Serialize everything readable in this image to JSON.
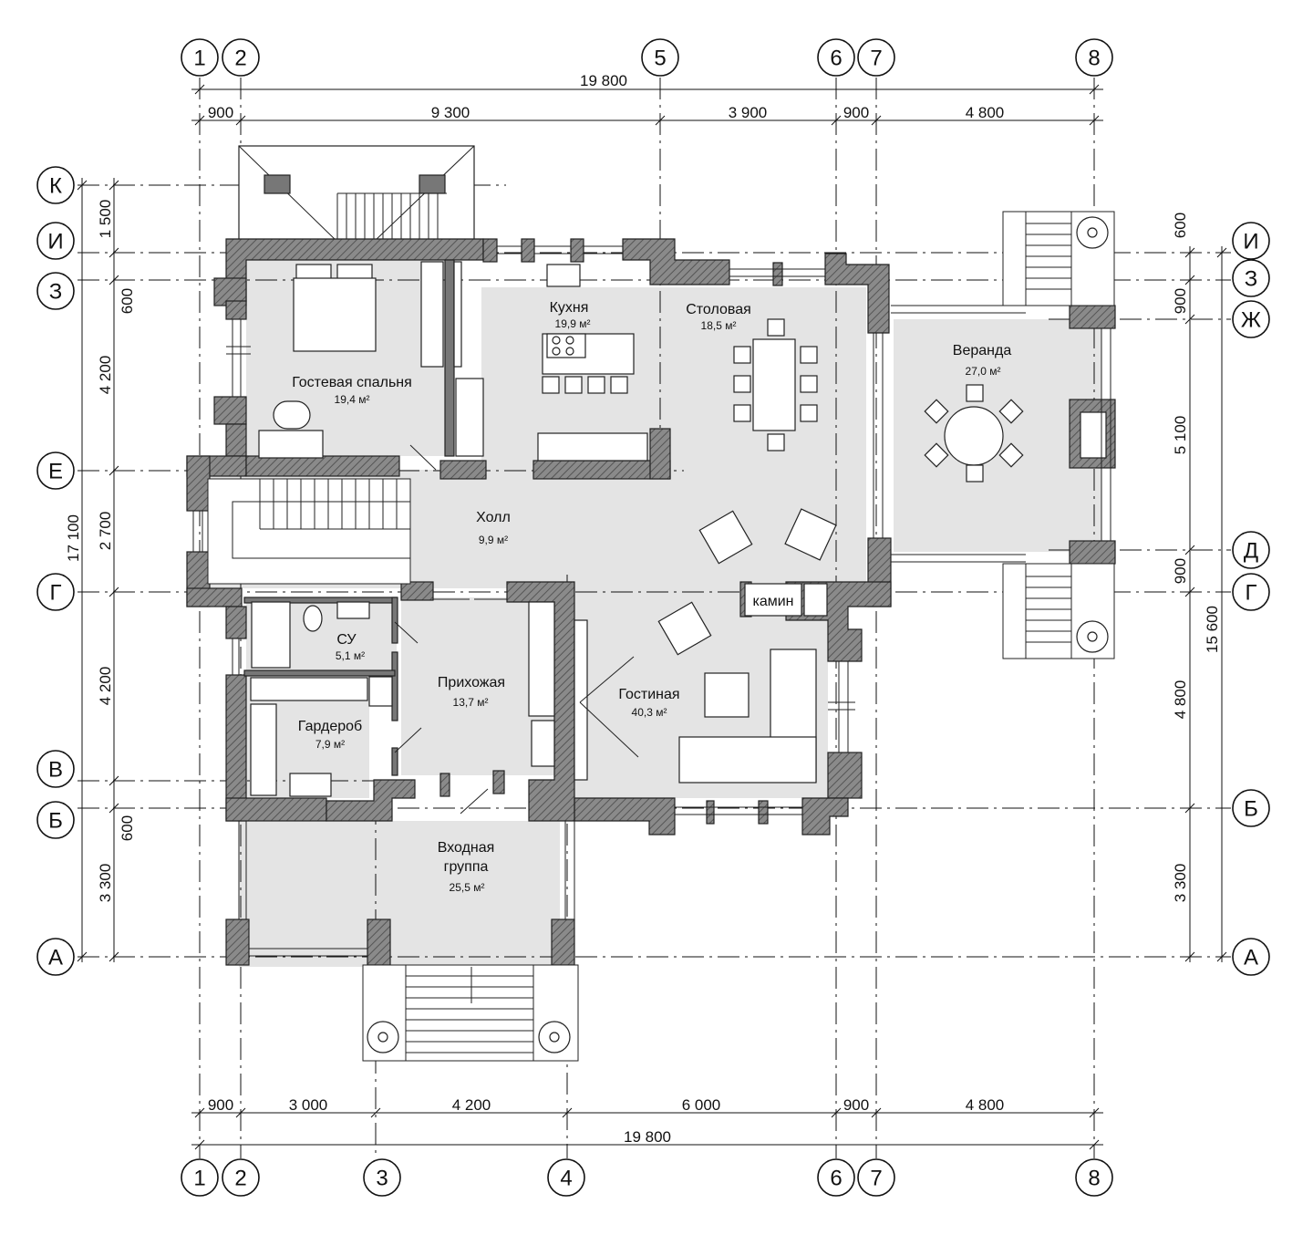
{
  "axes_top": [
    "1",
    "2",
    "5",
    "6",
    "7",
    "8"
  ],
  "axes_bottom": [
    "1",
    "2",
    "3",
    "4",
    "6",
    "7",
    "8"
  ],
  "axes_left": [
    "К",
    "И",
    "З",
    "Е",
    "Г",
    "В",
    "Б",
    "А"
  ],
  "axes_right": [
    "И",
    "З",
    "Ж",
    "Д",
    "Г",
    "Б",
    "А"
  ],
  "dims_top": {
    "total": "19 800",
    "d1": "900",
    "d2": "9 300",
    "d3": "3 900",
    "d4": "900",
    "d5": "4 800"
  },
  "dims_bottom": {
    "d1": "900",
    "d2": "3 000",
    "d3": "4 200",
    "d4": "6 000",
    "d5": "900",
    "d6": "4 800",
    "total": "19 800"
  },
  "dims_left": {
    "d1": "1 500",
    "d2": "600",
    "d3": "4 200",
    "d4": "2 700",
    "d5": "4 200",
    "d6": "600",
    "d7": "3 300",
    "total": "17 100"
  },
  "dims_right": {
    "d1": "600",
    "d2": "900",
    "d3": "5 100",
    "d4": "900",
    "d5": "4 800",
    "d6": "3 300",
    "total": "15 600"
  },
  "rooms": {
    "kitchen": {
      "name": "Кухня",
      "area": "19,9 м²"
    },
    "dining": {
      "name": "Столовая",
      "area": "18,5 м²"
    },
    "veranda": {
      "name": "Веранда",
      "area": "27,0 м²"
    },
    "guest": {
      "name": "Гостевая спальня",
      "area": "19,4 м²"
    },
    "hall": {
      "name": "Холл",
      "area": "9,9 м²"
    },
    "wc": {
      "name": "СУ",
      "area": "5,1 м²"
    },
    "hallway": {
      "name": "Прихожая",
      "area": "13,7 м²"
    },
    "living": {
      "name": "Гостиная",
      "area": "40,3 м²"
    },
    "wardrobe": {
      "name": "Гардероб",
      "area": "7,9 м²"
    },
    "entrance_l1": "Входная",
    "entrance_l2": "группа",
    "entrance_area": "25,5 м²"
  },
  "fireplace_label": "камин"
}
